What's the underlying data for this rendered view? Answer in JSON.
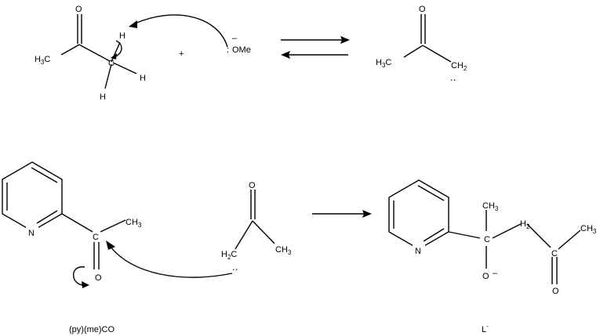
{
  "atoms": {
    "acetone_O": "O",
    "acetone_H3C": "H",
    "acetone_H3C_sub": "3",
    "acetone_H3C_tail": "C",
    "acetone_C": "C",
    "acetone_H_top": "H",
    "acetone_H_right": "H",
    "acetone_H_bottom": "H",
    "plus": "+",
    "methoxide_charge": "–",
    "methoxide_lonepair": ":",
    "methoxide": "OMe",
    "enolate_O": "O",
    "enolate_H3C": "H",
    "enolate_H3C_sub": "3",
    "enolate_H3C_tail": "C",
    "enolate_CH2": "CH",
    "enolate_CH2_sub": "2",
    "enolate_lonepair": "‥",
    "pymeco_N": "N",
    "pymeco_CH3": "CH",
    "pymeco_CH3_sub": "3",
    "pymeco_C": "C",
    "pymeco_O": "O",
    "attack_O": "O",
    "attack_H2C": "H",
    "attack_H2C_sub": "2",
    "attack_H2C_tail": "C",
    "attack_CH3": "CH",
    "attack_CH3_sub": "3",
    "attack_lonepair": "‥",
    "product_N": "N",
    "product_CH3": "CH",
    "product_CH3_sub": "3",
    "product_C": "C",
    "product_Ominus": "O",
    "product_minus": "–",
    "product_H2": "H",
    "product_H2_sub": "2",
    "product_C2": "C",
    "product_CH3b": "CH",
    "product_CH3b_sub": "3",
    "product_O2": "O"
  },
  "captions": {
    "left": "(py)(me)CO",
    "right": "L",
    "right_sup": "-"
  }
}
